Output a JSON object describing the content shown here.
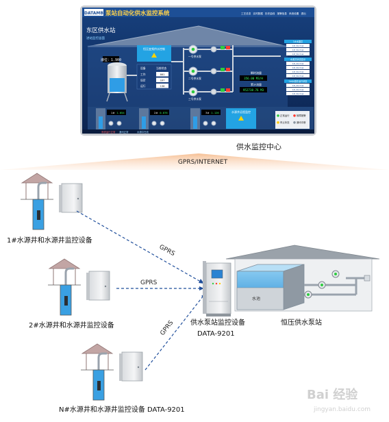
{
  "screen": {
    "logo": "DATAMB",
    "title": "泵站自动化供水监控系统",
    "menu": [
      "工艺总览",
      "实时数据",
      "历史曲线",
      "报警信息",
      "系统设置",
      "退出"
    ],
    "station_name": "东区供水站",
    "station_sub": "进站监控画面",
    "tank_label": "液位：1.900",
    "control_panel_title": "恒压变频供水控制",
    "params": [
      {
        "k": "工作",
        "v": "001"
      },
      {
        "k": "设定",
        "v": "167"
      },
      {
        "k": "运行",
        "v": "130"
      }
    ],
    "params_header": [
      "设备",
      "当前状态"
    ],
    "pumps": [
      "一号供水泵",
      "二号供水泵",
      "三号供水泵"
    ],
    "readouts_header_1": "瞬时流量",
    "readouts_header_2": "累计流量",
    "readout_1": "356.00 M3/H",
    "readout_2": "952738.76 M3",
    "right_groups": [
      {
        "title": "1#水源井",
        "items": [
          "1#_Normal",
          "1#_Normal",
          "1#_Normal"
        ]
      },
      {
        "title": "水源井状态显示",
        "items": [
          "1#_Normal",
          "1#_Normal",
          "1#_Normal",
          "1#_Normal"
        ]
      },
      {
        "title": "2#水源井运行状态",
        "items": [
          "1#_Normal",
          "1#_Normal",
          "1#_Normal"
        ]
      }
    ],
    "wells": [
      {
        "label": "1#",
        "value": "1.054"
      },
      {
        "label": "2#",
        "value": "0.876"
      },
      {
        "label": "3#",
        "value": "1.126"
      }
    ],
    "info_box_title": "水源井远程监控",
    "legend": [
      "正常运行",
      "故障报警",
      "停止状态",
      "通讯中断"
    ],
    "status_bar": [
      "系统运行正常",
      "通讯正常",
      "水源井在线"
    ]
  },
  "labels": {
    "monitor_center": "供水监控中心",
    "network": "GPRS/INTERNET",
    "well_1": "1#水源井和水源井监控设备",
    "well_2": "2#水源井和水源井监控设备",
    "well_n": "N#水源井和水源井监控设备 DATA-9201",
    "gprs_1": "GPRS",
    "gprs_2": "GPRS",
    "gprs_3": "GPRS",
    "pump_device_1": "供水泵站监控设备",
    "pump_device_2": "DATA-9201",
    "station": "恒压供水泵站",
    "pool": "水池",
    "watermark": "Bai 经验",
    "watermark_url": "jingyan.baidu.com"
  },
  "colors": {
    "screen_bg": "#0d2a5a",
    "title_bar": "#1d4f96",
    "tank_water": "#2f9de6",
    "pool_water": "#4aa8e6",
    "roof": "#c2a5a4",
    "pipe": "#9aa3ad",
    "dash": "#1f4e9b",
    "beam": "#f4b582"
  }
}
